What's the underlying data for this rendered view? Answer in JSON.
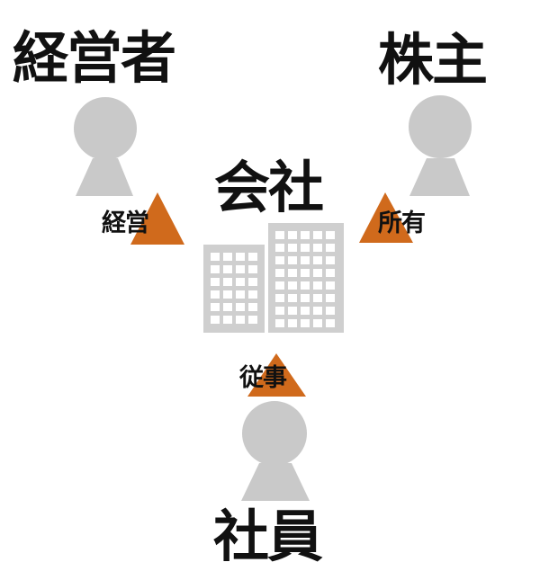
{
  "diagram": {
    "nodes": {
      "manager": "経営者",
      "shareholder": "株主",
      "company": "会社",
      "employee": "社員"
    },
    "relations": {
      "manage": "経営",
      "own": "所有",
      "engage": "従事"
    },
    "colors": {
      "person": "#c9c9c9",
      "building": "#cfcfcf",
      "window": "#ffffff",
      "arrow": "#d06a1c",
      "text": "#111111"
    }
  }
}
